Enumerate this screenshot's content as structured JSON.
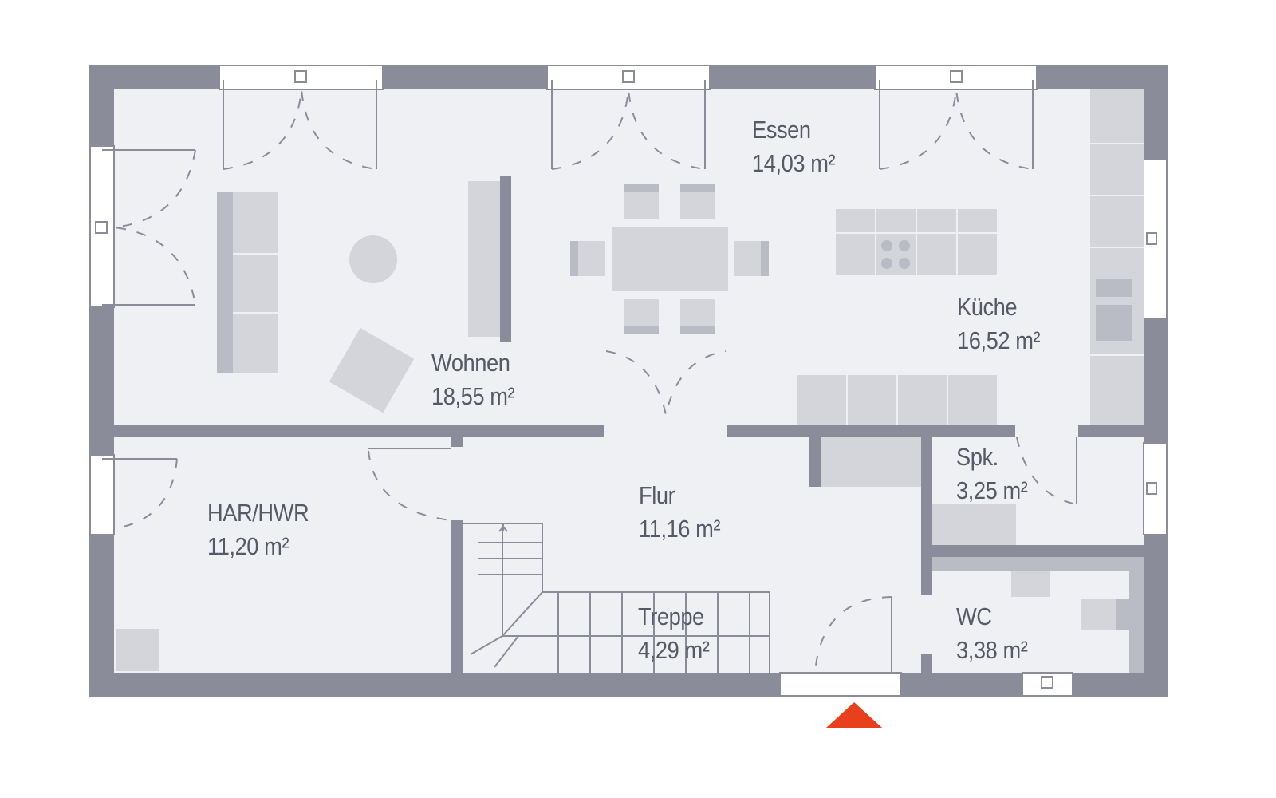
{
  "plan": {
    "rooms": [
      {
        "name": "Essen",
        "area": "14,03 m²"
      },
      {
        "name": "Küche",
        "area": "16,52 m²"
      },
      {
        "name": "Wohnen",
        "area": "18,55 m²"
      },
      {
        "name": "Spk.",
        "area": "3,25 m²"
      },
      {
        "name": "HAR/HWR",
        "area": "11,20 m²"
      },
      {
        "name": "Flur",
        "area": "11,16 m²"
      },
      {
        "name": "Treppe",
        "area": "4,29 m²"
      },
      {
        "name": "WC",
        "area": "3,38 m²"
      }
    ],
    "colors": {
      "wall": "#8a8d99",
      "floor": "#eff0f4",
      "furniture": "#d3d5db",
      "entrance": "#e8401c"
    }
  }
}
